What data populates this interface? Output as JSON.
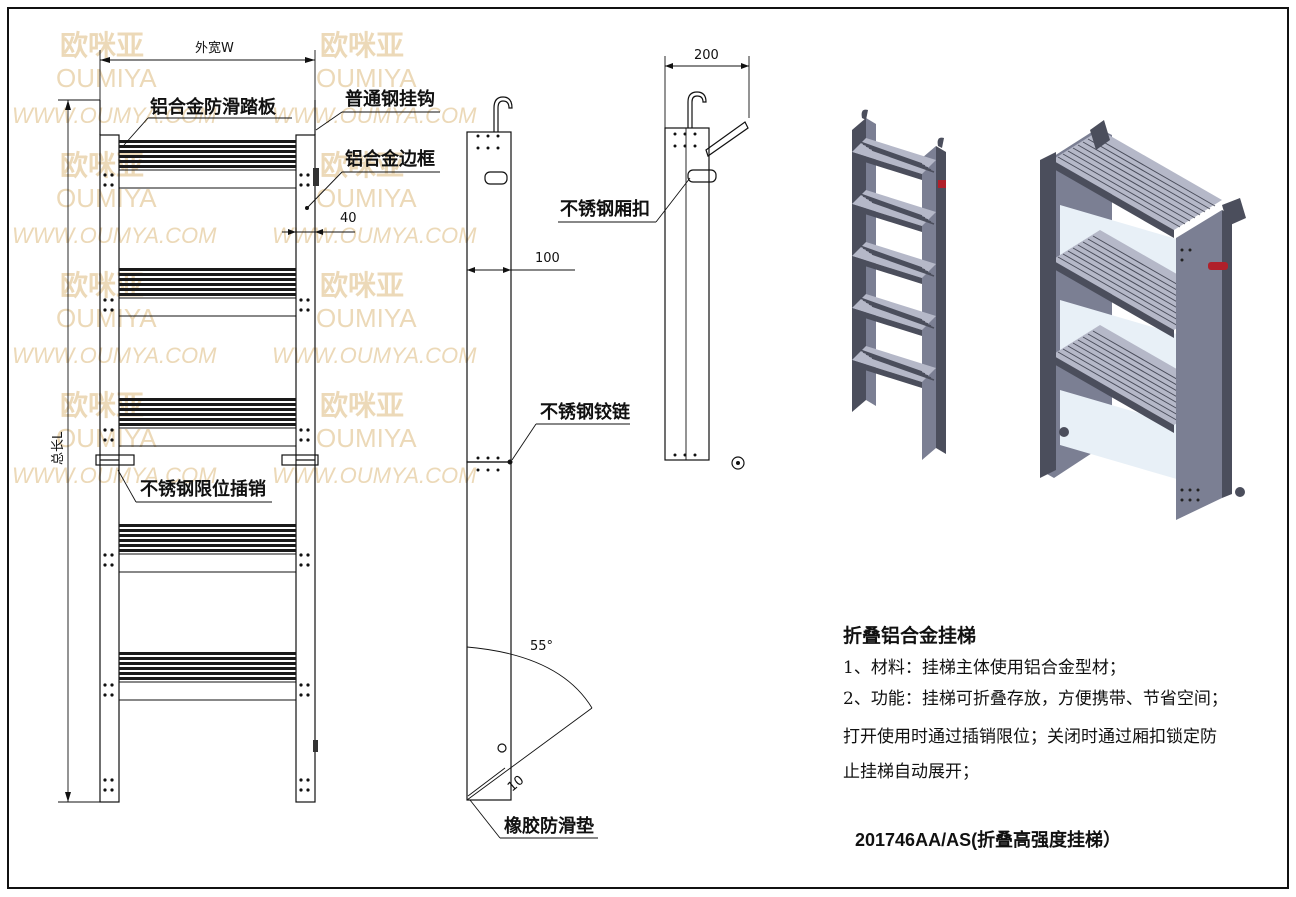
{
  "watermark": {
    "brand_cn": "欧咪亚",
    "brand_en": "OUMIYA",
    "url": "WWW.OUMYA.COM"
  },
  "front_view": {
    "width_label": "外宽W",
    "height_label": "总长L",
    "dim_40": "40",
    "callout_tread": "铝合金防滑踏板",
    "callout_hook": "普通钢挂钩",
    "callout_frame": "铝合金边框",
    "callout_pin": "不锈钢限位插销"
  },
  "side_view": {
    "dim_100": "100",
    "callout_hinge": "不锈钢铰链",
    "angle_label": "55°",
    "dim_10": "10",
    "callout_pad": "橡胶防滑垫"
  },
  "folded_view": {
    "dim_200": "200",
    "callout_latch": "不锈钢厢扣"
  },
  "notes": {
    "title": "折叠铝合金挂梯",
    "line1": "1、材料：挂梯主体使用铝合金型材；",
    "line2": "2、功能：挂梯可折叠存放，方便携带、节省空间；",
    "line3": "打开使用时通过插销限位；关闭时通过厢扣锁定防",
    "line4": "止挂梯自动展开；"
  },
  "model_label": "201746AA/AS(折叠高强度挂梯）",
  "colors": {
    "line": "#111111",
    "tread": "#1a1a1a",
    "render_body": "#7b7f93",
    "render_dark": "#4b4e5c",
    "render_light": "#b5b8c8",
    "render_accent": "#b0202a",
    "watermark": "#ecd9b8"
  }
}
